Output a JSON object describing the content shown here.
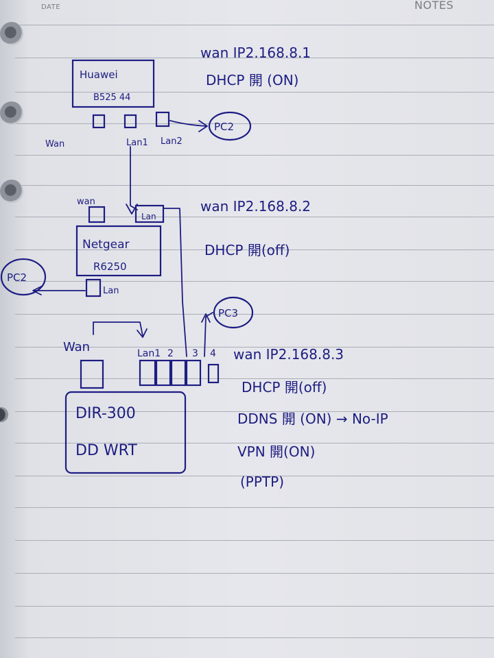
{
  "header": {
    "date_label": "DATE",
    "notes_label": "NOTES"
  },
  "devices": {
    "huawei": {
      "name": "Huawei",
      "model": "B525 44",
      "port_wan": "Wan",
      "port_lan1": "Lan1",
      "port_lan2": "Lan2"
    },
    "netgear": {
      "name": "Netgear",
      "model": "R6250",
      "port_wan": "wan",
      "port_lan": "Lan",
      "port_lan_pc": "Lan"
    },
    "dir300": {
      "name": "DIR-300",
      "firmware": "DD WRT",
      "port_wan": "Wan",
      "port_lan": "Lan1",
      "port_2": "2",
      "port_3": "3",
      "port_4": "4"
    }
  },
  "pcs": {
    "pc1": "PC2",
    "pc2": "PC2",
    "pc3": "PC3"
  },
  "notes": {
    "huawei_wan": "wan IP2.168.8.1",
    "huawei_dhcp": "DHCP 開 (ON)",
    "netgear_wan": "wan IP2.168.8.2",
    "netgear_dhcp": "DHCP 開(off)",
    "dir_wan": "wan IP2.168.8.3",
    "dir_dhcp": "DHCP 開(off)",
    "dir_ddns": "DDNS 開 (ON) → No-IP",
    "dir_vpn": "VPN 開(ON)",
    "dir_vpn_type": "(PPTP)"
  },
  "colors": {
    "ink": "#1d1c82",
    "paper": "#e4e5ea",
    "rule": "#a9adb6"
  }
}
